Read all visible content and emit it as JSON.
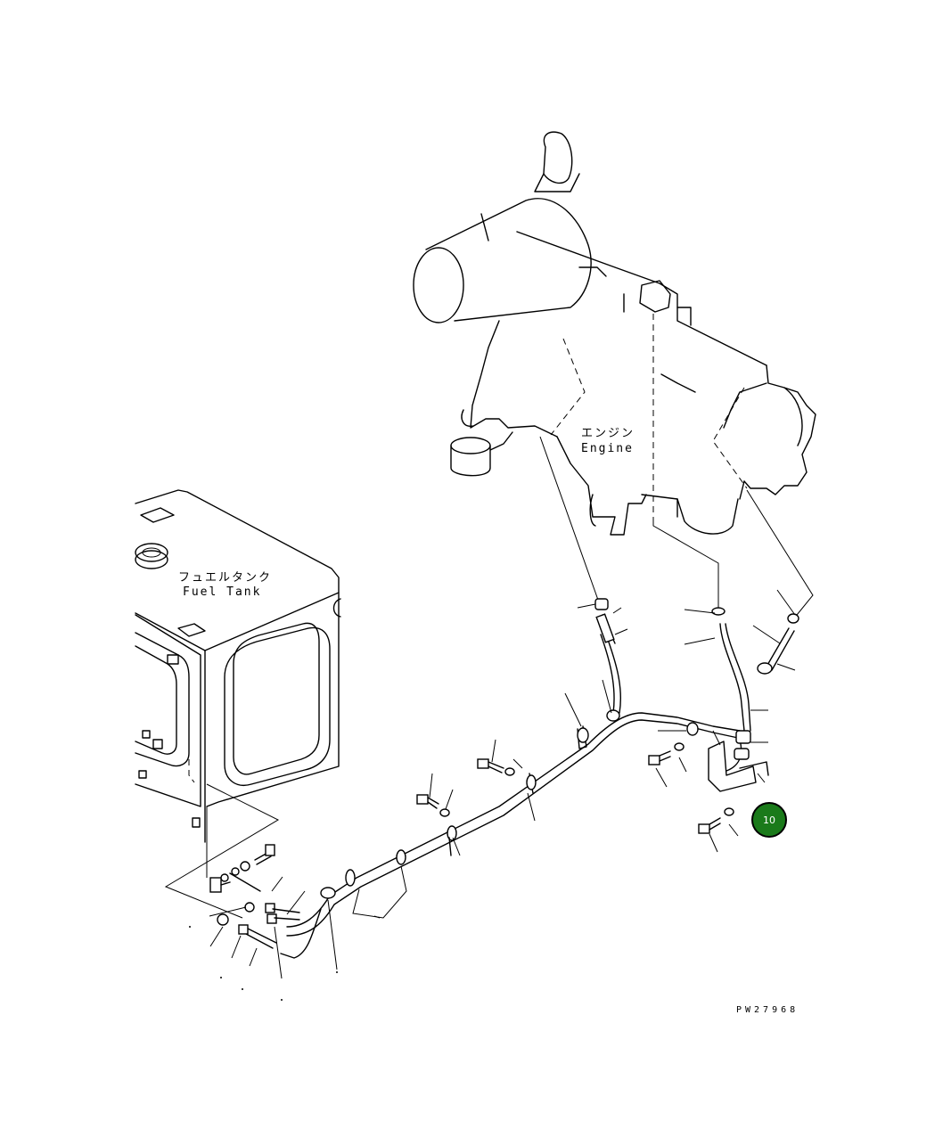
{
  "labels": {
    "engine_jp": "エンジン",
    "engine_en": "Engine",
    "tank_jp": "フュエルタンク",
    "tank_en": "Fuel Tank",
    "drawing_code": "PW27968"
  },
  "callout": {
    "number": "10",
    "color": "#1a7a1a",
    "ring_color": "#000000"
  }
}
